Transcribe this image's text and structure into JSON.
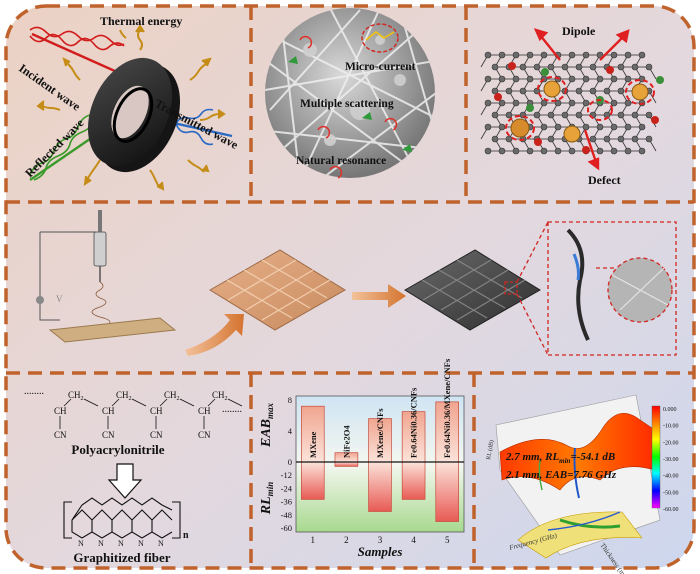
{
  "top_left": {
    "thermal": "Thermal energy",
    "incident": "Incident wave",
    "reflected": "Reflected wave",
    "transmitted": "Transmitted wave"
  },
  "top_middle": {
    "micro_current": "Micro-current",
    "multiple_scattering": "Multiple scattering",
    "natural_resonance": "Natural resonance"
  },
  "top_right": {
    "dipole": "Dipole",
    "defect": "Defect"
  },
  "bottom_left": {
    "polymer_name": "Polyacrylonitrile",
    "fiber_name": "Graphitized fiber",
    "ch2": "CH",
    "sub2": "2",
    "ch": "CH",
    "cn": "CN",
    "n_label": "n",
    "ellipsis": "........"
  },
  "chart_data": {
    "type": "bar",
    "title": "",
    "xlabel": "Samples",
    "ylabel_top": "EAB",
    "ylabel_top_sub": "max",
    "ylabel_bottom": "RL",
    "ylabel_bottom_sub": "min",
    "categories": [
      "1",
      "2",
      "3",
      "4",
      "5"
    ],
    "series": [
      {
        "name": "EAB_max",
        "values": [
          7.2,
          1.2,
          5.6,
          6.5,
          7.76
        ]
      },
      {
        "name": "RL_min",
        "values": [
          -34,
          -4,
          -45,
          -34,
          -54.1
        ]
      }
    ],
    "bar_labels": [
      "MXene",
      "NiFe2O4",
      "MXene/CNFs",
      "Fe0.64Ni0.36/CNFs",
      "Fe0.64Ni0.36/MXene/CNFs"
    ],
    "y_ticks_top": [
      "8",
      "4",
      "0"
    ],
    "y_ticks_bottom": [
      "-12",
      "-24",
      "-36",
      "-48",
      "-60"
    ],
    "ylim_top": [
      0,
      8
    ],
    "ylim_bottom": [
      -60,
      0
    ]
  },
  "surface_plot": {
    "line1": "2.7 mm, RL",
    "line1_sub": "min",
    "line1_tail": "=-54.1 dB",
    "line2": "2.1 mm, EAB=7.76 GHz",
    "axis_rl": "RL (dB)",
    "axis_thickness": "Thickness (mm)",
    "axis_frequency": "Frequency (GHz)",
    "colorbar_ticks": [
      "0.000",
      "-10.00",
      "-20.00",
      "-30.00",
      "-40.00",
      "-50.00",
      "-60.00"
    ],
    "colorbar_colors": [
      "#ff0000",
      "#ff8c00",
      "#ffff00",
      "#00ff00",
      "#00ffff",
      "#0000ff",
      "#ff00ff"
    ]
  },
  "colors": {
    "border": "#c0622b",
    "bg_top": "#e9d2c8",
    "bg_bottom": "#d1d9ea"
  }
}
